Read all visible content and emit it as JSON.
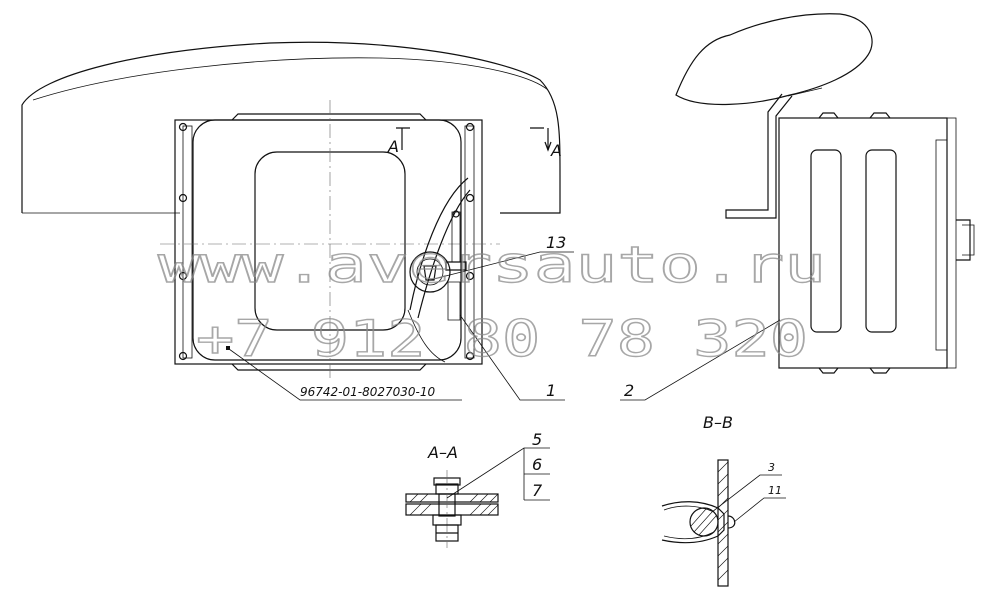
{
  "callouts": {
    "c1": "1",
    "c2": "2",
    "c13": "13",
    "c5": "5",
    "c6": "6",
    "c7": "7",
    "c3": "3",
    "c11": "11",
    "part_number": "96742-01-8027030-10"
  },
  "section_marks": {
    "a_left": "A",
    "a_right": "A",
    "aa_title": "A–A",
    "bb_title": "B–B"
  },
  "watermark": {
    "site": "www.aversauto.ru",
    "phone": "+7 912 80 78 320"
  }
}
